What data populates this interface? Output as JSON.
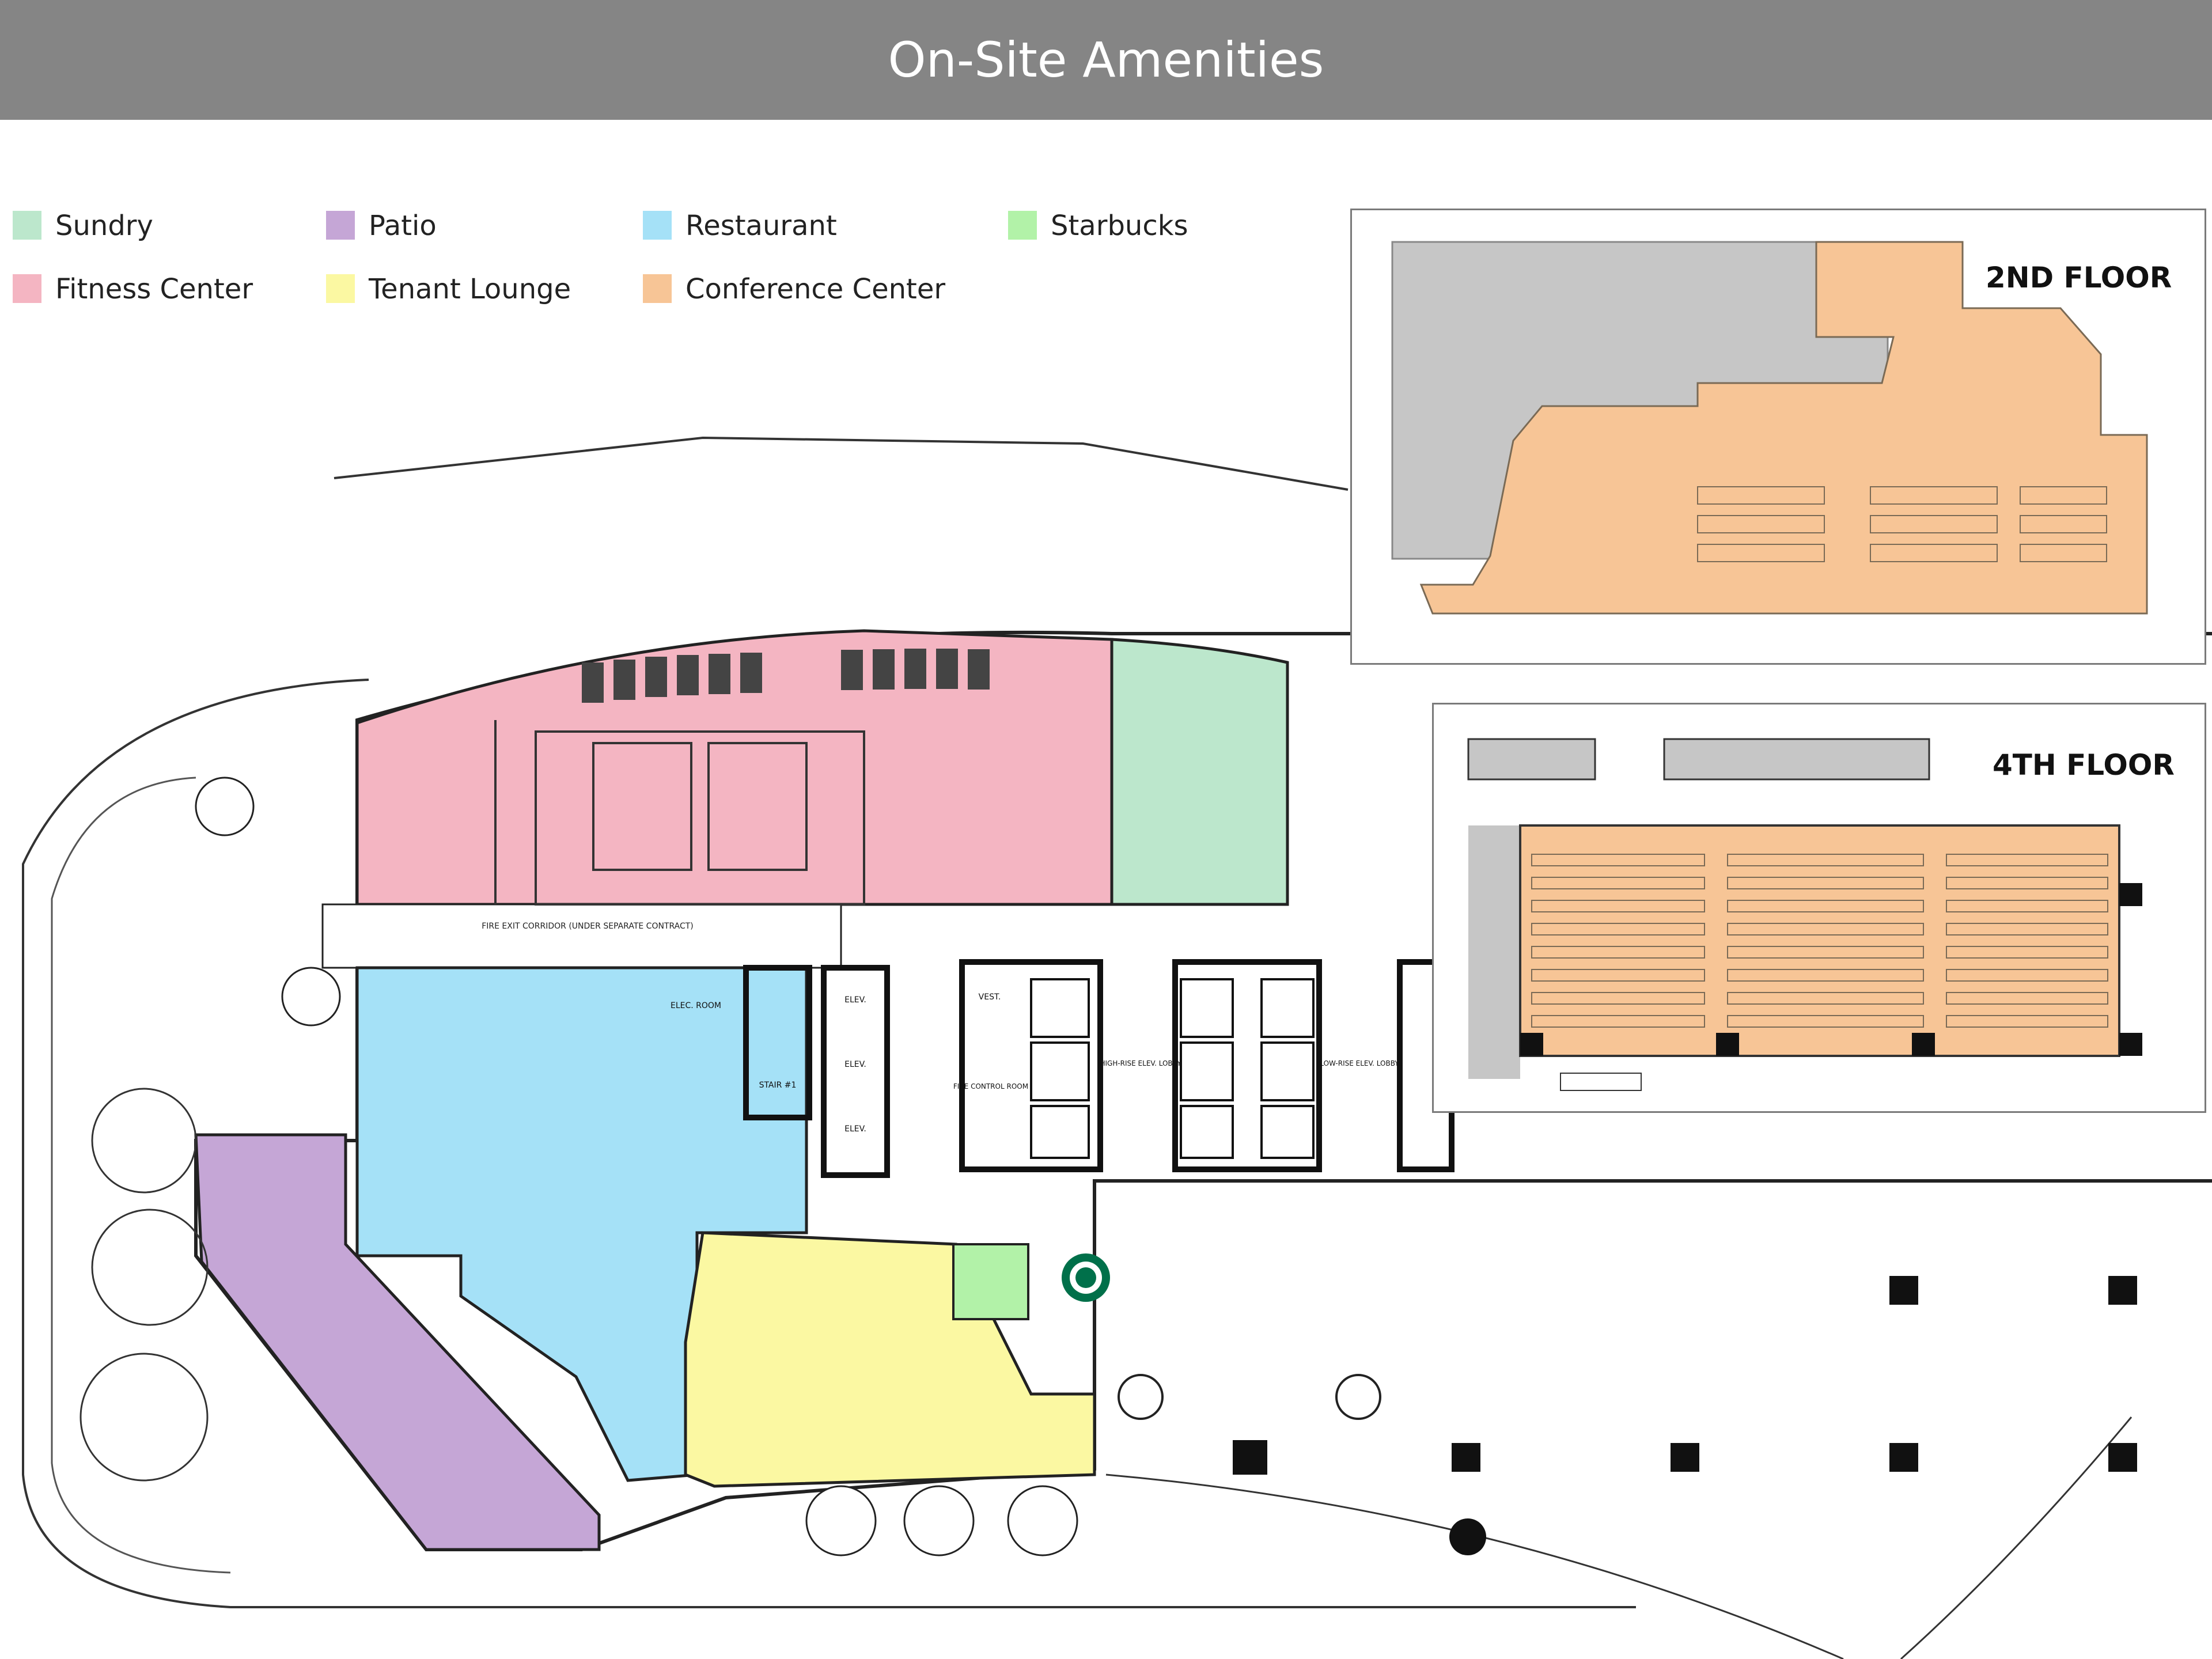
{
  "header": {
    "title": "On-Site Amenities"
  },
  "legend": [
    {
      "label": "Sundry",
      "color": "#bce7cc"
    },
    {
      "label": "Patio",
      "color": "#c5a6d6"
    },
    {
      "label": "Restaurant",
      "color": "#a5e1f7"
    },
    {
      "label": "Starbucks",
      "color": "#b2f2a8"
    },
    {
      "label": "Fitness Center",
      "color": "#f4b5c2"
    },
    {
      "label": "Tenant Lounge",
      "color": "#fbf8a2"
    },
    {
      "label": "Conference Center",
      "color": "#f7c596"
    }
  ],
  "floor_labels": {
    "second": "2ND FLOOR",
    "fourth": "4TH FLOOR"
  },
  "plan_labels": {
    "fire_exit_corridor": "FIRE EXIT CORRIDOR (UNDER SEPARATE CONTRACT)",
    "elec_room": "ELEC. ROOM",
    "stair_1": "STAIR #1",
    "elev": "ELEV.",
    "vest": "VEST.",
    "fire_control_room": "FIRE CONTROL ROOM",
    "high_rise_lobby": "HIGH-RISE ELEV. LOBBY",
    "low_rise_lobby": "LOW-RISE ELEV. LOBBY"
  }
}
